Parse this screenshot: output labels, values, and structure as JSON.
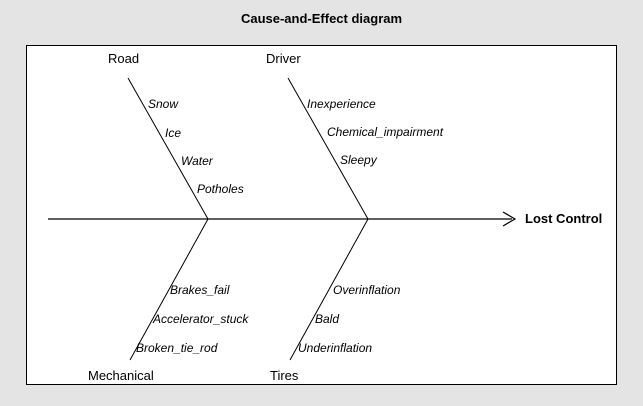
{
  "chart_data": {
    "type": "diagram",
    "diagram_type": "fishbone",
    "title": "Cause-and-Effect diagram",
    "effect": "Lost Control",
    "background_color": "#e4e4e4",
    "plot_background_color": "#ffffff",
    "line_color": "#000000",
    "categories": [
      {
        "name": "Road",
        "position": "top-left",
        "causes": [
          "Snow",
          "Ice",
          "Water",
          "Potholes"
        ]
      },
      {
        "name": "Driver",
        "position": "top-right",
        "causes": [
          "Inexperience",
          "Chemical_impairment",
          "Sleepy"
        ]
      },
      {
        "name": "Mechanical",
        "position": "bottom-left",
        "causes": [
          "Brakes_fail",
          "Accelerator_stuck",
          "Broken_tie_rod"
        ]
      },
      {
        "name": "Tires",
        "position": "bottom-right",
        "causes": [
          "Overinflation",
          "Bald",
          "Underinflation"
        ]
      }
    ]
  },
  "title": "Cause-and-Effect diagram",
  "effect": {
    "label": "Lost Control"
  },
  "branches": {
    "road": {
      "label": "Road",
      "causes": [
        "Snow",
        "Ice",
        "Water",
        "Potholes"
      ]
    },
    "driver": {
      "label": "Driver",
      "causes": [
        "Inexperience",
        "Chemical_impairment",
        "Sleepy"
      ]
    },
    "mechanical": {
      "label": "Mechanical",
      "causes": [
        "Brakes_fail",
        "Accelerator_stuck",
        "Broken_tie_rod"
      ]
    },
    "tires": {
      "label": "Tires",
      "causes": [
        "Overinflation",
        "Bald",
        "Underinflation"
      ]
    }
  }
}
